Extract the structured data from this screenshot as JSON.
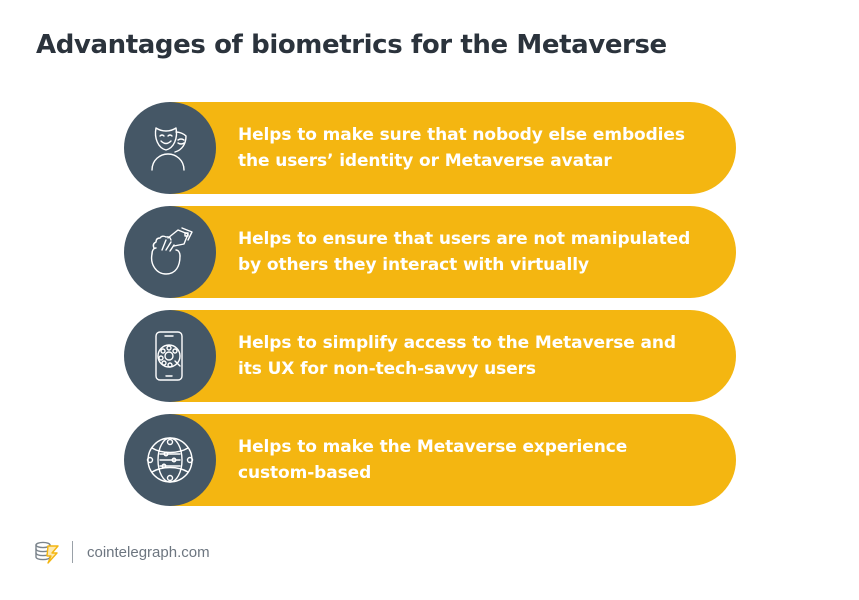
{
  "title": "Advantages of biometrics for the Metaverse",
  "colors": {
    "accent": "#f4b611",
    "circle": "#455766",
    "title": "#2b333c",
    "item_text": "#ffffff"
  },
  "items": [
    {
      "icon": "theater-masks-icon",
      "lines": [
        "Helps to make sure that nobody else embodies",
        "the users’ identity or Metaverse avatar"
      ]
    },
    {
      "icon": "mind-manipulation-icon",
      "lines": [
        "Helps to ensure that users are not manipulated",
        "by others they interact with virtually"
      ]
    },
    {
      "icon": "phone-dial-icon",
      "lines": [
        "Helps to simplify access to the Metaverse and",
        "its UX for non-tech-savvy users"
      ]
    },
    {
      "icon": "globe-settings-icon",
      "lines": [
        "Helps to make the Metaverse experience",
        "custom-based"
      ]
    }
  ],
  "footer": {
    "logo_icon": "cointelegraph-logo-icon",
    "site": "cointelegraph.com"
  }
}
